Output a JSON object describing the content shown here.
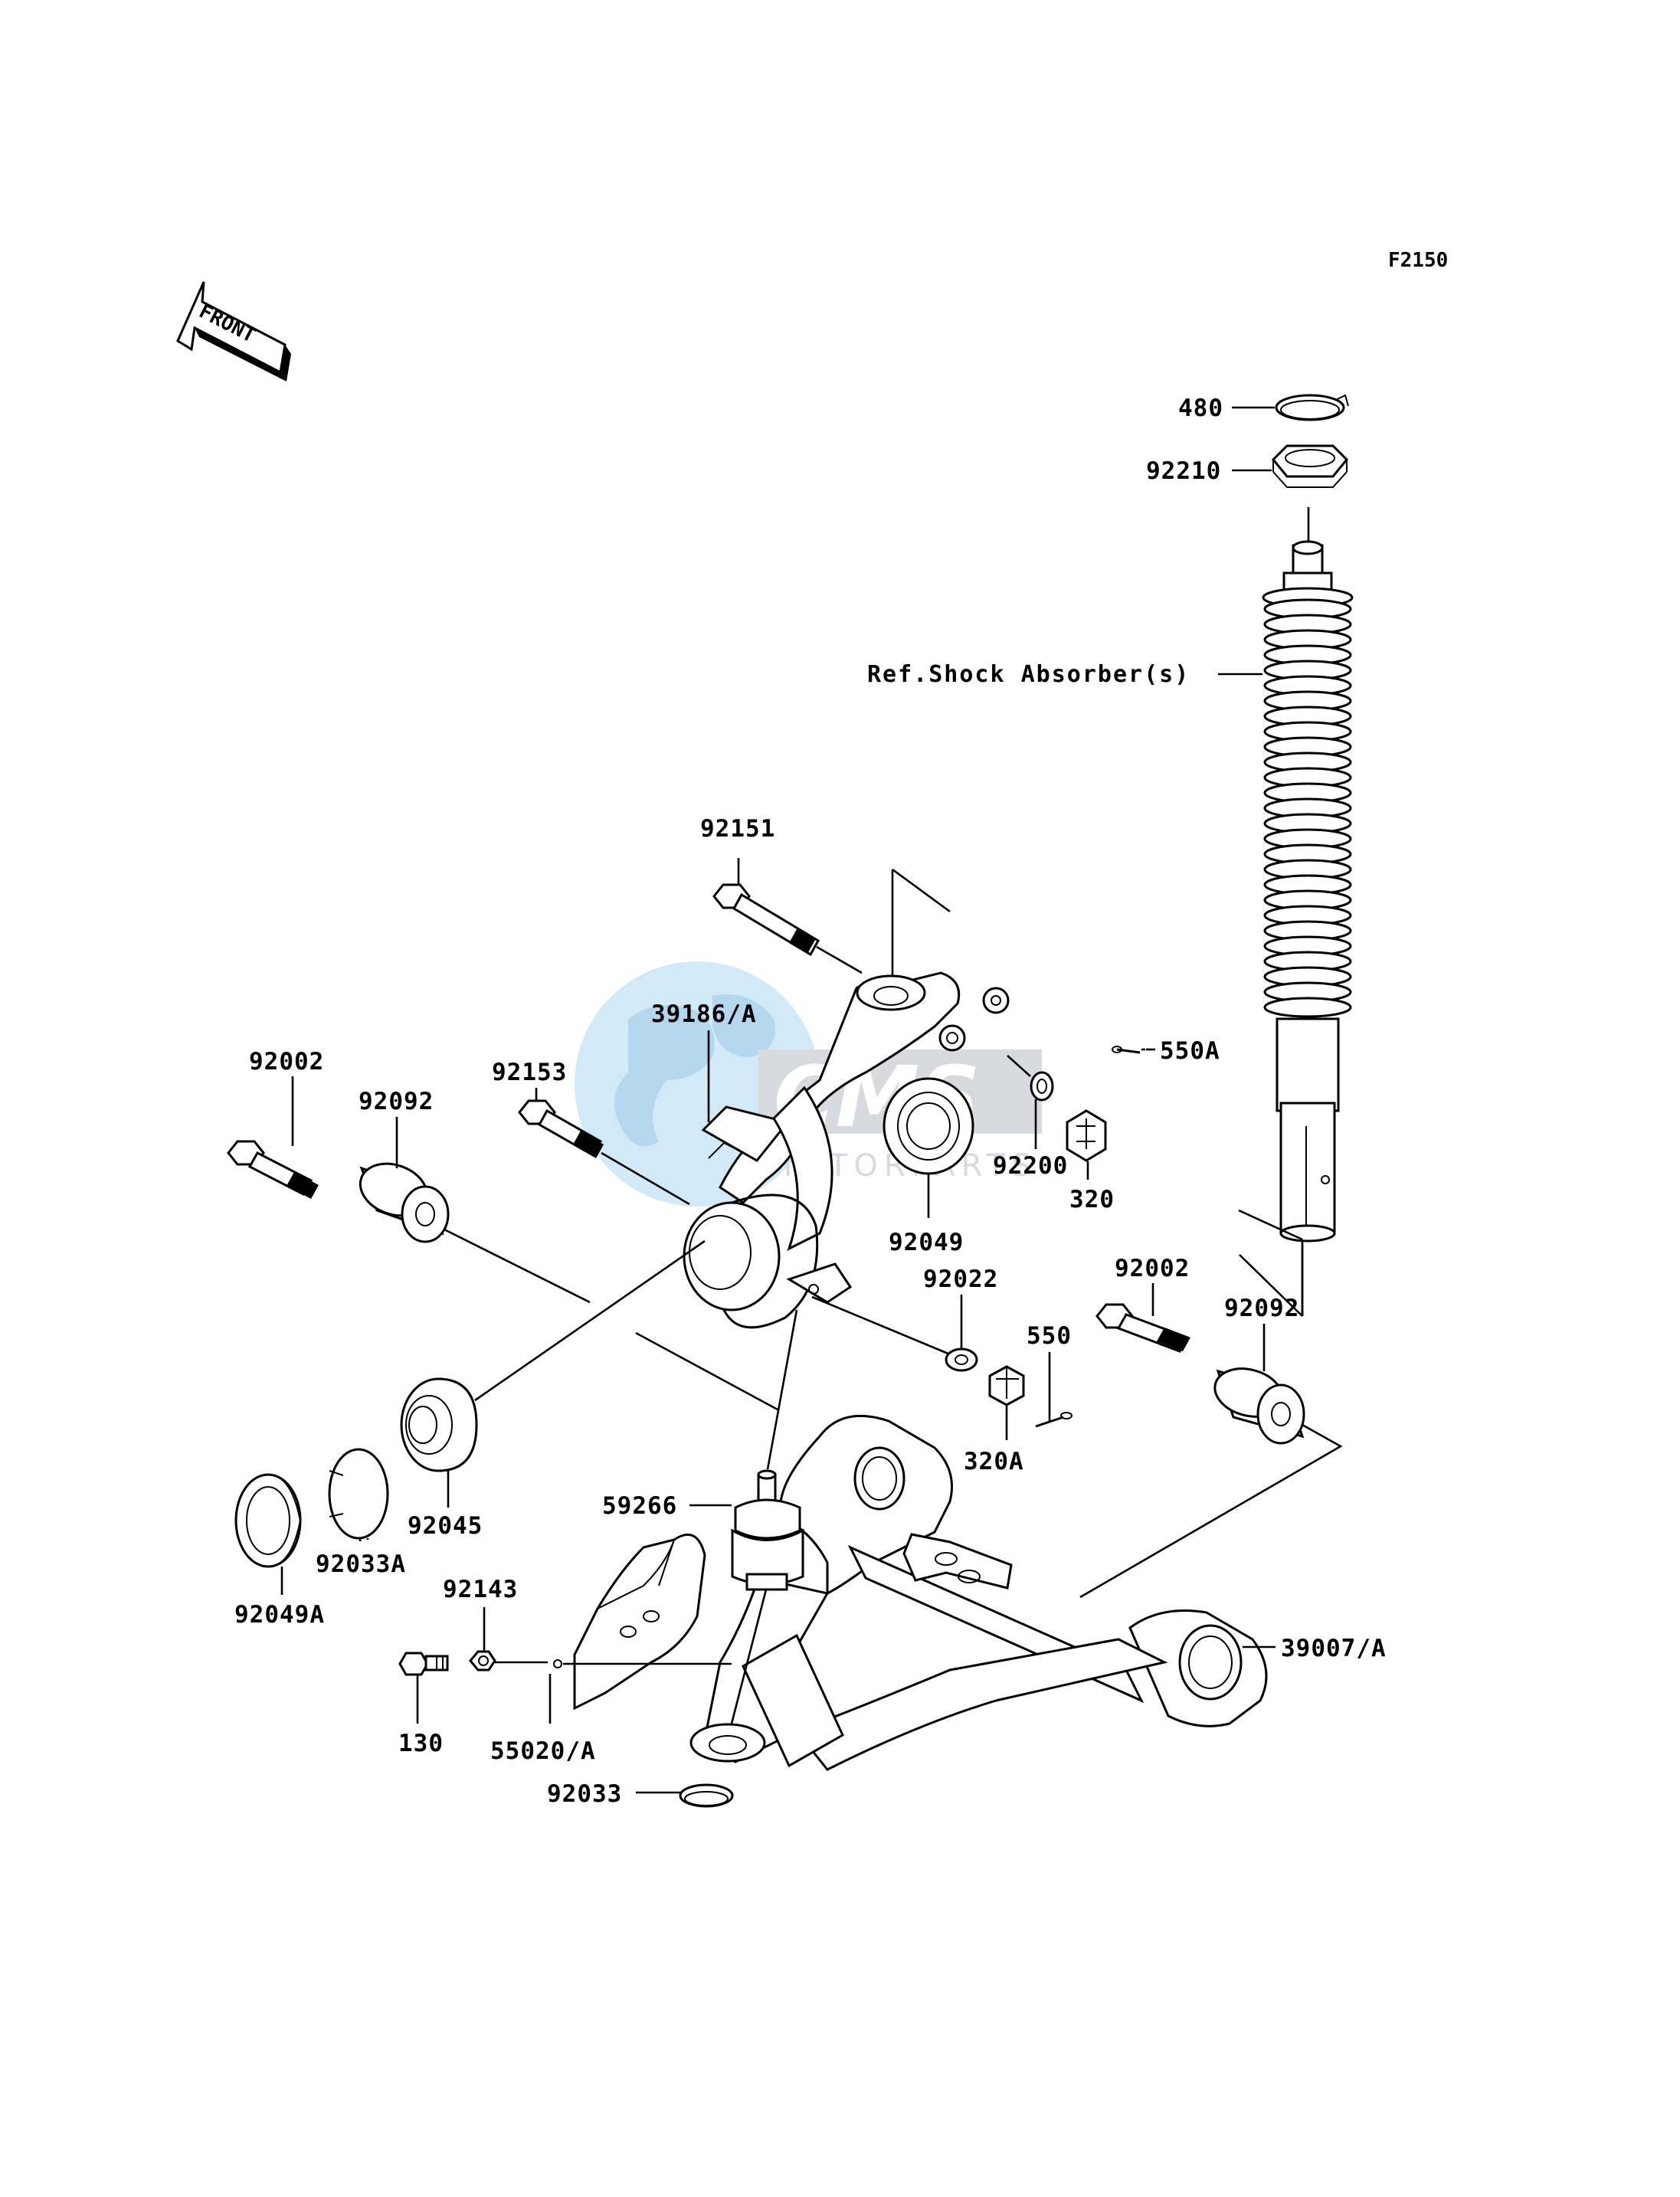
{
  "diagram": {
    "code": "F2150",
    "front_label": "FRONT",
    "watermark": {
      "brand": "CMS",
      "sub": "MOTORPARTS"
    },
    "ref_label": "Ref.Shock Absorber(s)",
    "parts": {
      "p480": "480",
      "p92210": "92210",
      "p92151": "92151",
      "p39186A": "39186/A",
      "p550A": "550A",
      "p92153": "92153",
      "p92002a": "92002",
      "p92092a": "92092",
      "p92200": "92200",
      "p320": "320",
      "p92049": "92049",
      "p92022": "92022",
      "p92002b": "92002",
      "p92092b": "92092",
      "p550": "550",
      "p320A": "320A",
      "p92045": "92045",
      "p59266": "59266",
      "p92033A": "92033A",
      "p92049A": "92049A",
      "p92143": "92143",
      "p39007A": "39007/A",
      "p130": "130",
      "p55020A": "55020/A",
      "p92033": "92033"
    }
  }
}
